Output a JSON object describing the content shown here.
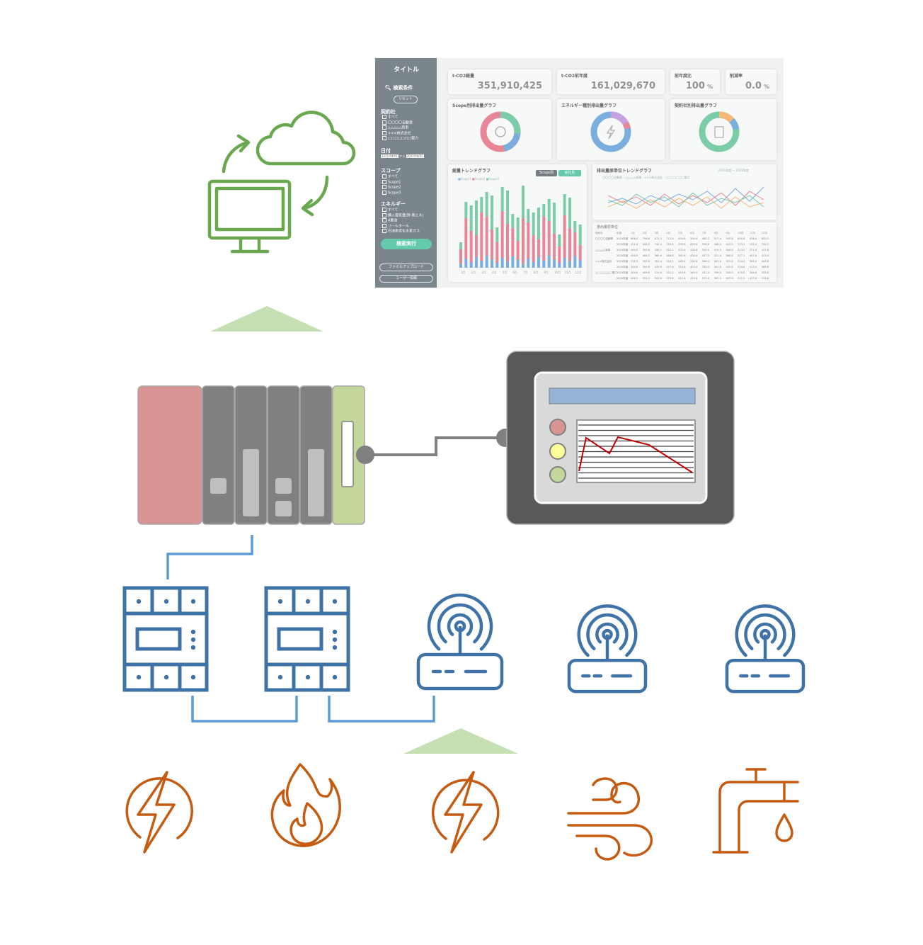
{
  "dashboard": {
    "sidebar": {
      "title": "タイトル",
      "search_conditions": "検索条件",
      "reset": "リセット",
      "contractor": {
        "heading": "契約社",
        "items": [
          "すべて",
          "〇〇〇〇自動車",
          "△△△△△商事",
          "×××株式会社",
          "□□□□□□□電力"
        ]
      },
      "date": {
        "heading": "日付",
        "from": "2021/04/01",
        "separator": "から",
        "to": "2021/04/05"
      },
      "scope": {
        "heading": "スコープ",
        "items": [
          "すべて",
          "Scope1",
          "Scope2",
          "Scope3"
        ]
      },
      "energy": {
        "heading": "エネルギー",
        "items": [
          "すべて",
          "購入電気量(除 再エネ)",
          "A重油",
          "コールタール",
          "石油系炭化水素ガス"
        ]
      },
      "run_search": "検索実行",
      "file_upload": "ファイルアップロード",
      "user_info": "ユーザー情報"
    },
    "kpis": [
      {
        "label": "t-CO2総量",
        "value": "351,910,425",
        "unit": ""
      },
      {
        "label": "t-CO2前年度",
        "value": "161,029,670",
        "unit": ""
      },
      {
        "label": "前年度比",
        "value": "100",
        "unit": "%"
      },
      {
        "label": "削減率",
        "value": "0.0",
        "unit": "%"
      }
    ],
    "donut_panels": [
      {
        "title": "Scope別排出量グラフ"
      },
      {
        "title": "エネルギー種別排出量グラフ"
      },
      {
        "title": "契約社別排出量グラフ"
      }
    ],
    "trend": {
      "title": "総量トレンドグラフ",
      "toggle_scope": "Scope別",
      "toggle_company": "会社別",
      "legend": [
        "Scope1",
        "Scope2",
        "Scope3"
      ],
      "months": [
        "1月",
        "2月",
        "3月",
        "4月",
        "5月",
        "6月",
        "7月",
        "8月",
        "9月",
        "10月",
        "11月",
        "12月"
      ]
    },
    "unit_trend": {
      "title": "排出量原単位トレンドグラフ",
      "years": [
        "2021年度",
        "2022年度"
      ],
      "legend": [
        "〇〇〇〇自動車",
        "△△△△△商事",
        "×××株式会社",
        "□□□□□□□電力"
      ]
    },
    "table": {
      "title": "排出量原単位",
      "header": [
        "契約社",
        "年度",
        "1月",
        "2月",
        "3月",
        "4月",
        "5月",
        "6月",
        "7月",
        "8月",
        "9月",
        "10月",
        "11月",
        "12月"
      ],
      "rows": [
        [
          "〇〇〇〇自動車",
          "2019年度",
          "686.4",
          "798.8",
          "671.3",
          "713.6",
          "624.6",
          "504.4",
          "462.2",
          "517.4",
          "545.8",
          "600.6",
          "436.4",
          "620.2"
        ],
        [
          "",
          "2020年度",
          "411.6",
          "446.0",
          "740.4",
          "709.6",
          "559.8",
          "620.6",
          "596.6",
          "468.0",
          "442.5",
          "713.2",
          "332.4",
          "728.2"
        ],
        [
          "△△△△△商事",
          "2019年度",
          "464.0",
          "392.6",
          "330.1",
          "402.2",
          "425.6",
          "418.6",
          "390.4",
          "419.5",
          "364.6",
          "213.0",
          "221.4",
          "411.6"
        ],
        [
          "",
          "2020年度",
          "494.0",
          "464.2",
          "360.6",
          "408.6",
          "391.6",
          "426.4",
          "427.3",
          "321.4",
          "360.4",
          "377.1",
          "447.6",
          "413.4"
        ],
        [
          "×××株式会社",
          "2019年度",
          "235.3",
          "359.6",
          "353.4",
          "324.2",
          "463.4",
          "234.6",
          "286.4",
          "461.6",
          "301.6",
          "324.0",
          "369.4",
          "406.8"
        ],
        [
          "",
          "2020年度",
          "344.6",
          "399.8",
          "430.6",
          "457.6",
          "310.6",
          "403.4",
          "334.4",
          "402.8",
          "331.4",
          "334.6",
          "413.4",
          "366.6"
        ],
        [
          "□□□□□□□電力",
          "2019年度",
          "304.6",
          "409.0",
          "210.6",
          "331.2",
          "419.6",
          "349.0",
          "411.4",
          "359.0",
          "343.0",
          "415.6",
          "264.6",
          "378.0"
        ],
        [
          "",
          "2020年度",
          "446.2",
          "324.2",
          "343.6",
          "374.6",
          "411.6",
          "419.6",
          "375.6",
          "361.2",
          "447.6",
          "321.2",
          "417.6",
          "518.6"
        ]
      ]
    }
  },
  "colors": {
    "cloud_green": "#6aa84f",
    "arrow_green": "#c6e0b4",
    "device_blue": "#3f73a8",
    "wire_blue": "#5b9bd5",
    "energy_orange": "#c55a11",
    "plc_red": "#d99594",
    "plc_gray": "#808080",
    "plc_green": "#c4d79b",
    "hmi_frame": "#595959",
    "hmi_header": "#95b3d7",
    "trend_red": "#c00000"
  }
}
